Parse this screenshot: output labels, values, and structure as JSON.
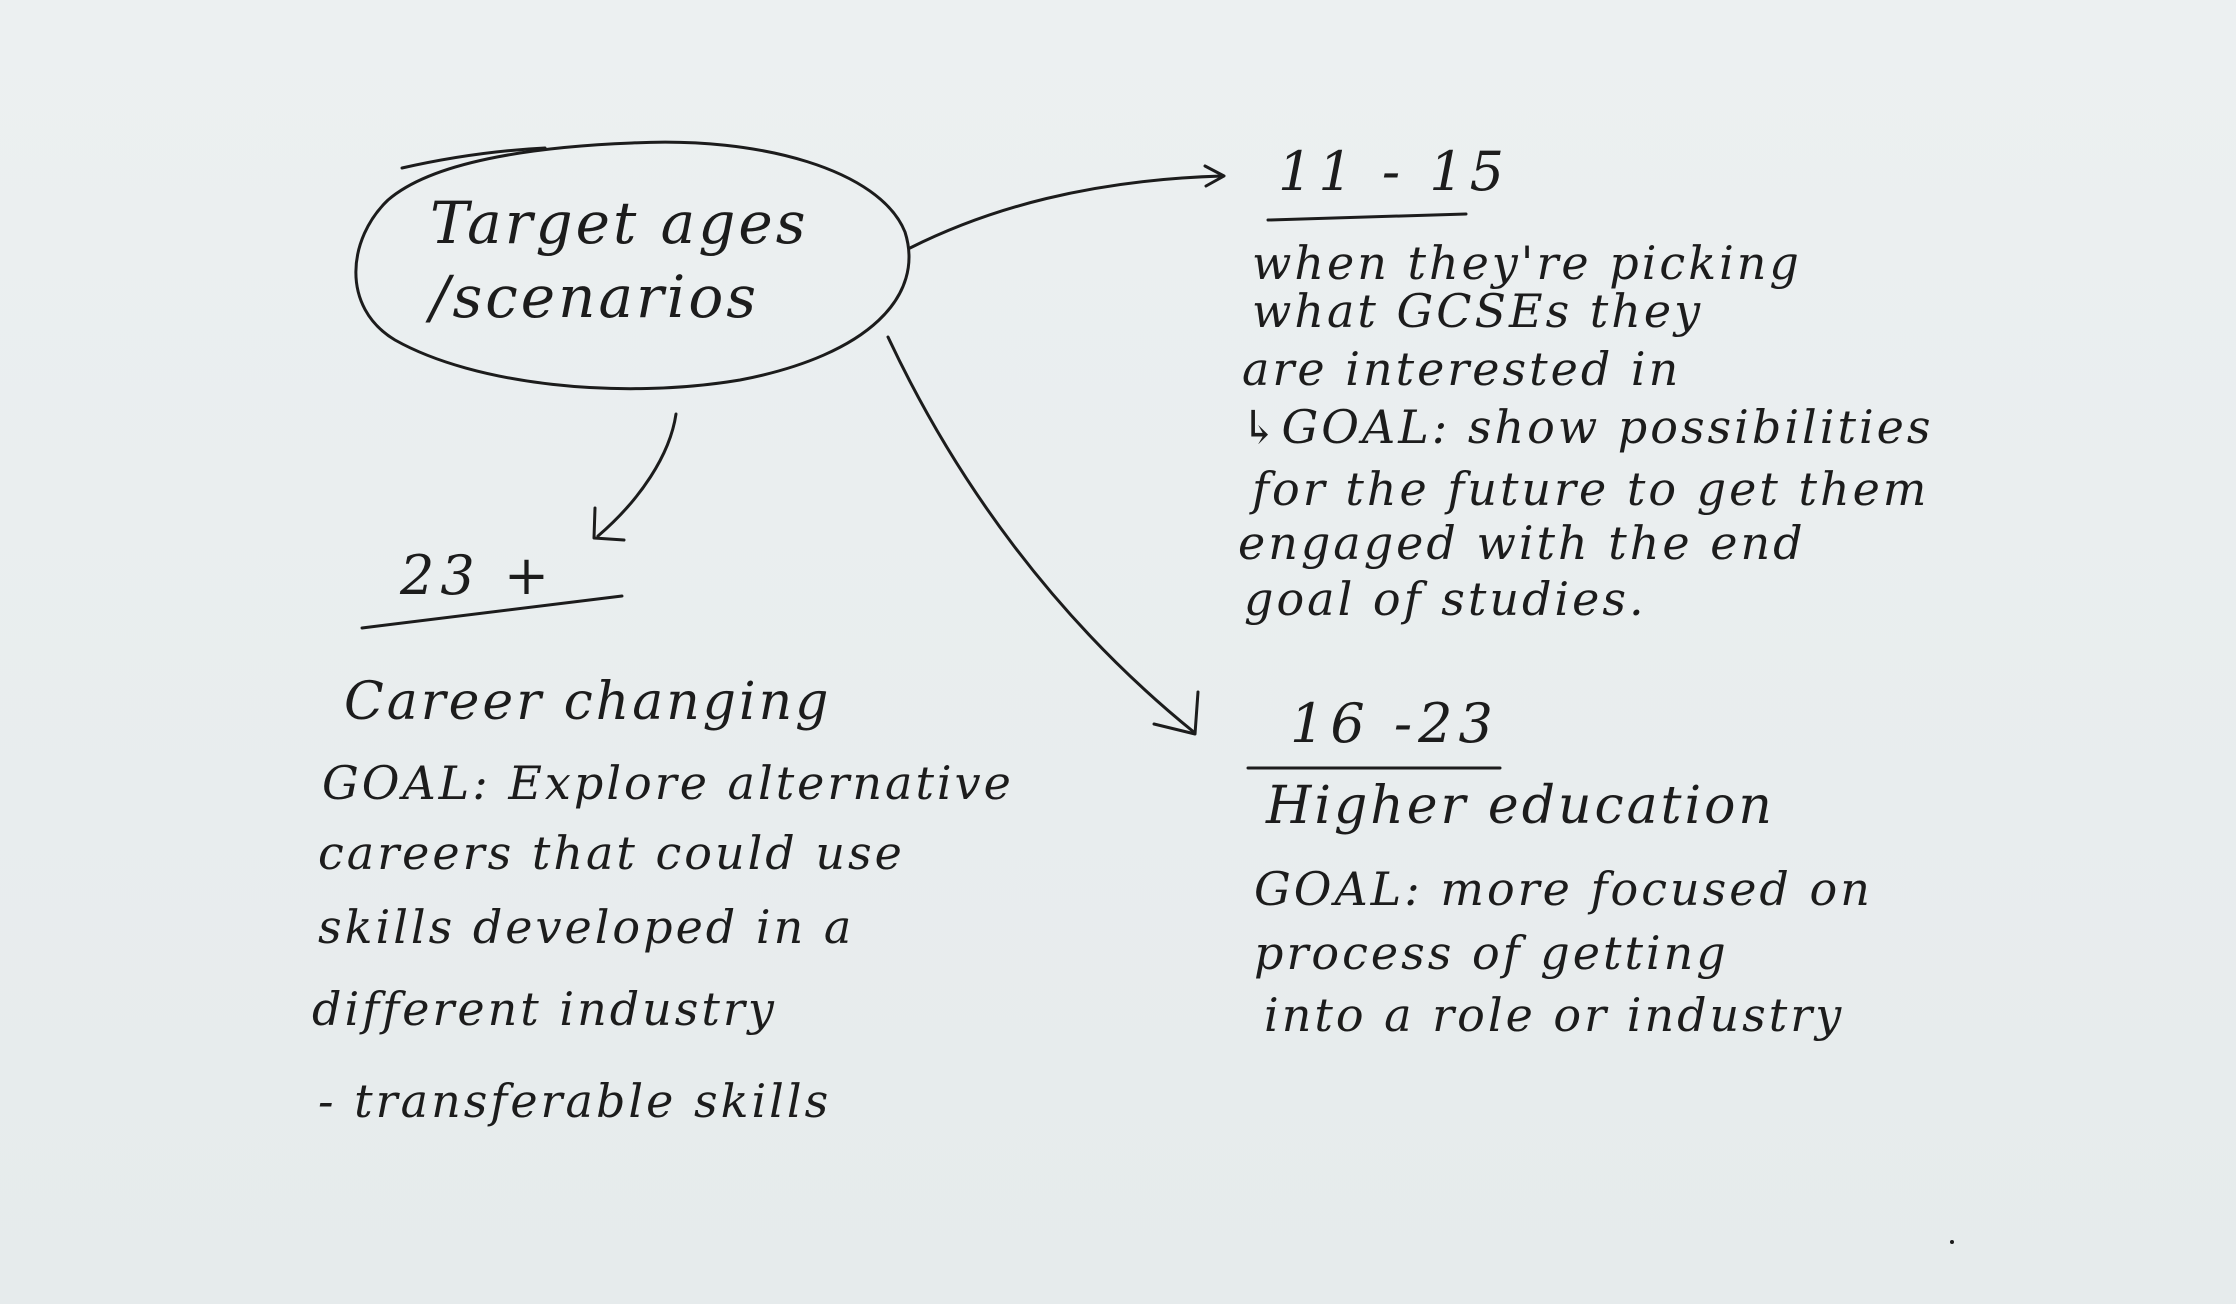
{
  "central_topic": {
    "line1": "Target ages",
    "line2": "/scenarios"
  },
  "branches": {
    "teen": {
      "age_range": "11 - 15",
      "lines": [
        "when they're picking",
        "what GCSEs they",
        "are interested in",
        "↳GOAL: show possibilities",
        "for the future to get them",
        "engaged with the end",
        "goal of studies."
      ]
    },
    "young_adult": {
      "age_range": "16 -23",
      "scenario": "Higher education",
      "lines": [
        "GOAL: more focused on",
        "process of getting",
        "into a role or industry"
      ]
    },
    "adult": {
      "age_range": "23 +",
      "scenario": "Career changing",
      "lines": [
        "GOAL: Explore alternative",
        "careers that could use",
        "skills developed in a",
        "different industry",
        "- transferable skills"
      ]
    }
  }
}
